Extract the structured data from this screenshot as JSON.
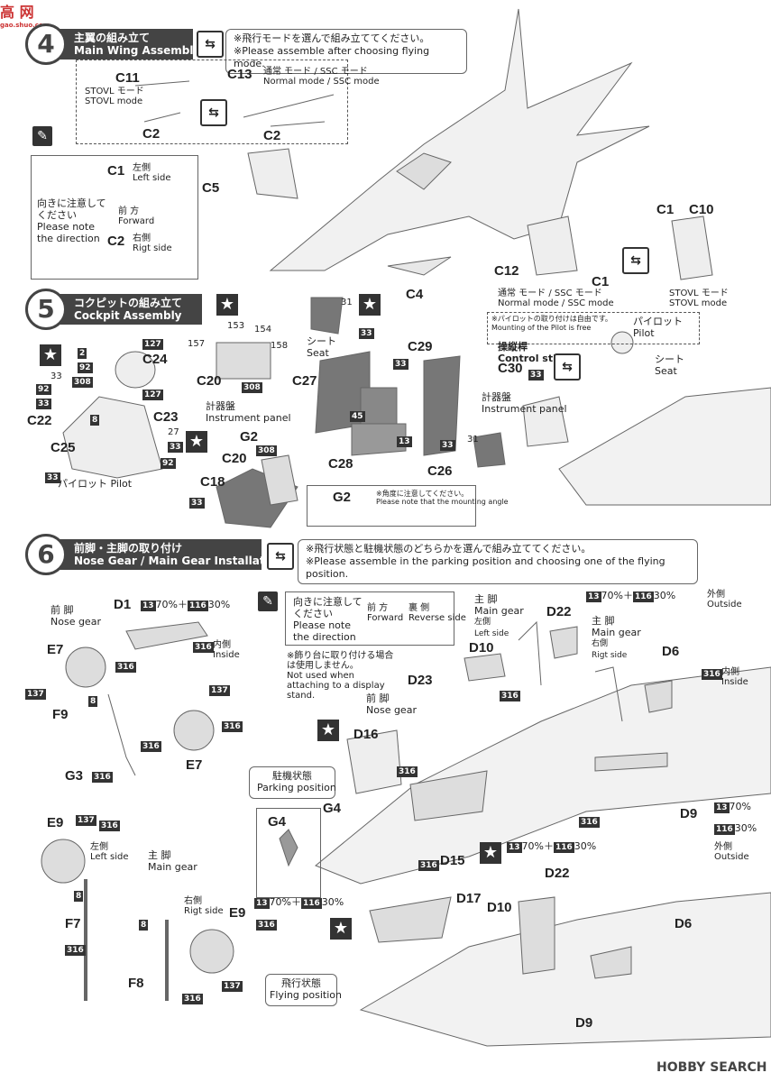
{
  "watermark": {
    "top_text": "高 网",
    "top_sub": "gao.shuo.com",
    "bottom_text": "HOBBY SEARCH"
  },
  "step4": {
    "num": "4",
    "jp": "主翼の組み立て",
    "en": "Main Wing Assembly",
    "note_jp": "※飛行モードを選んで組み立ててください。",
    "note_en": "※Please assemble after choosing flying mode.",
    "stovl_jp": "STOVL モード",
    "stovl_en": "STOVL mode",
    "normal_jp": "通常 モード / SSC モード",
    "normal_en": "Normal mode / SSC mode",
    "parts": [
      "C11",
      "C2",
      "C13",
      "C2",
      "C5",
      "C4",
      "C12",
      "C1",
      "C1",
      "C10"
    ],
    "paint_box": {
      "c1_jp": "左側",
      "c1_en": "Left side",
      "attention_jp": "向きに注意してください",
      "attention_en": "Please note the direction",
      "forward_jp": "前 方",
      "forward_en": "Forward",
      "c2_jp": "右側",
      "c2_en": "Rigt side"
    },
    "normal_jp2": "通常 モード / SSC モード",
    "normal_en2": "Normal mode / SSC mode",
    "stovl_jp2": "STOVL モード",
    "stovl_en2": "STOVL mode"
  },
  "step5": {
    "num": "5",
    "jp": "コクピットの組み立て",
    "en": "Cockpit Assembly",
    "parts": {
      "c24": "C24",
      "c22": "C22",
      "c23": "C23",
      "c25": "C25",
      "c20": "C20",
      "c20b": "C20",
      "c18": "C18",
      "g2": "G2",
      "g2b": "G2",
      "c27": "C27",
      "c28": "C28",
      "c29": "C29",
      "c26": "C26",
      "c30": "C30"
    },
    "pilot_jp": "パイロット",
    "pilot_en": "Pilot",
    "instrument_jp": "計器盤",
    "instrument_en": "Instrument panel",
    "seat_jp": "シート",
    "seat_en": "Seat",
    "angle_jp": "※角度に注意してください。",
    "angle_en": "Please note that the mounting angle",
    "pilot_note_jp": "※パイロットの取り付けは自由です。",
    "pilot_note_en": "Mounting of the Pilot is free",
    "stick_jp": "操縦桿",
    "stick_en": "Control stick",
    "pilot2_jp": "パイロット",
    "pilot2_en": "Pilot",
    "seat2_jp": "シート",
    "seat2_en": "Seat",
    "instrument2_jp": "計器盤",
    "instrument2_en": "Instrument panel",
    "tags": {
      "t127a": "127",
      "t2": "2",
      "t92a": "92",
      "t308a": "308",
      "t127b": "127",
      "t33a": "33",
      "t92b": "92",
      "t8a": "8",
      "t27": "27",
      "t33b": "33",
      "t92c": "92",
      "t33c": "33",
      "t33d": "33",
      "t153": "153",
      "t154": "154",
      "t157": "157",
      "t158": "158",
      "t308b": "308",
      "t308c": "308",
      "t33e": "33",
      "t31a": "31",
      "t33f": "33",
      "t33g": "33",
      "t45": "45",
      "t13": "13",
      "t33h": "33",
      "t31b": "31",
      "t33i": "33"
    }
  },
  "step6": {
    "num": "6",
    "jp": "前脚・主脚の取り付け",
    "en": "Nose Gear / Main Gear Installation",
    "note_jp": "※飛行状態と駐機状態のどちらかを選んで組み立ててください。",
    "note_en": "※Please assemble in the parking position and choosing one of the flying position.",
    "nose_jp": "前 脚",
    "nose_en": "Nose gear",
    "mix1": "70%＋",
    "mix1b": "30%",
    "inside_jp": "内側",
    "inside_en": "Inside",
    "attention_jp": "向きに注意してください",
    "attention_en": "Please note the direction",
    "forward_jp": "前 方",
    "forward_en": "Forward",
    "reverse_jp": "裏 側",
    "reverse_en": "Reverse side",
    "display_jp": "※飾り台に取り付ける場合は使用しません。",
    "display_en": "Not used when attaching to a display stand.",
    "main_jp": "主 脚",
    "main_en": "Main gear",
    "left_jp": "左側",
    "left_en": "Left side",
    "main2_jp": "主 脚",
    "main2_en": "Main gear",
    "right_jp": "右側",
    "right_en": "Rigt side",
    "outside_jp": "外側",
    "outside_en": "Outside",
    "parking_jp": "駐機状態",
    "parking_en": "Parking position",
    "flying_jp": "飛行状態",
    "flying_en": "Flying position",
    "nose2_jp": "前 脚",
    "nose2_en": "Nose gear",
    "main3_jp": "主 脚",
    "main3_en": "Main gear",
    "left2_jp": "左側",
    "left2_en": "Left side",
    "right2_jp": "右側",
    "right2_en": "Rigt side",
    "parts": {
      "d1": "D1",
      "e7a": "E7",
      "e7b": "E7",
      "f9": "F9",
      "g3": "G3",
      "d10": "D10",
      "d22": "D22",
      "d6": "D6",
      "d23": "D23",
      "d16": "D16",
      "d15": "D15",
      "g4": "G4",
      "g4b": "G4",
      "d9": "D9",
      "d17": "D17",
      "d10b": "D10",
      "d22b": "D22",
      "d6b": "D6",
      "d9b": "D9",
      "e9a": "E9",
      "e9b": "E9",
      "f7": "F7",
      "f8": "F8"
    },
    "mix_a": "70%＋",
    "mix_b": "30%",
    "outside2_jp": "外側",
    "outside2_en": "Outside",
    "inside2_jp": "内側",
    "inside2_en": "Inside"
  },
  "colors": {
    "band": "#444444",
    "tag": "#333333",
    "line": "#555555"
  }
}
